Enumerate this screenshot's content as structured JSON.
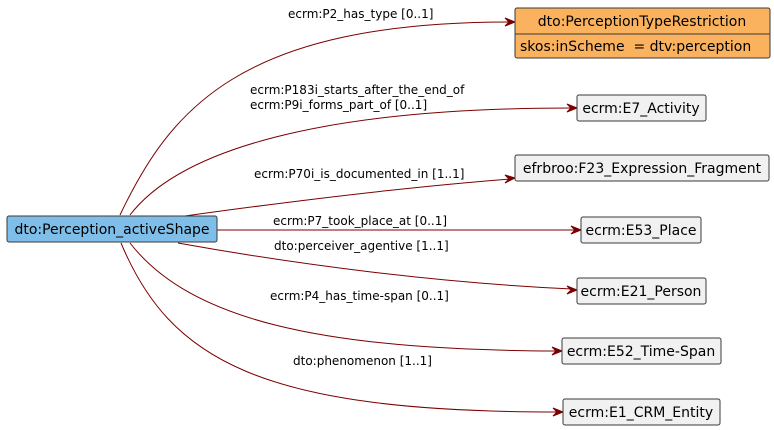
{
  "colors": {
    "source_fill": "#7ebee8",
    "restriction_fill": "#fbb25e",
    "class_fill": "#f1f1f1",
    "edge": "#7b0000"
  },
  "source_node": {
    "label": "dto:Perception_activeShape"
  },
  "restriction_node": {
    "title": "dto:PerceptionTypeRestriction",
    "attribute": "skos:inScheme  = dtv:perception"
  },
  "targets": [
    {
      "id": "activity",
      "label": "ecrm:E7_Activity"
    },
    {
      "id": "expression-fragment",
      "label": "efrbroo:F23_Expression_Fragment"
    },
    {
      "id": "place",
      "label": "ecrm:E53_Place"
    },
    {
      "id": "person",
      "label": "ecrm:E21_Person"
    },
    {
      "id": "time-span",
      "label": "ecrm:E52_Time-Span"
    },
    {
      "id": "crm-entity",
      "label": "ecrm:E1_CRM_Entity"
    }
  ],
  "edges": [
    {
      "id": "has-type",
      "lines": [
        "ecrm:P2_has_type [0..1]"
      ]
    },
    {
      "id": "starts-after",
      "lines": [
        "ecrm:P183i_starts_after_the_end_of",
        "ecrm:P9i_forms_part_of [0..1]"
      ]
    },
    {
      "id": "documented-in",
      "lines": [
        "ecrm:P70i_is_documented_in [1..1]"
      ]
    },
    {
      "id": "took-place-at",
      "lines": [
        "ecrm:P7_took_place_at [0..1]"
      ]
    },
    {
      "id": "perceiver",
      "lines": [
        "dto:perceiver_agentive [1..1]"
      ]
    },
    {
      "id": "time-span",
      "lines": [
        "ecrm:P4_has_time-span [0..1]"
      ]
    },
    {
      "id": "phenomenon",
      "lines": [
        "dto:phenomenon [1..1]"
      ]
    }
  ]
}
